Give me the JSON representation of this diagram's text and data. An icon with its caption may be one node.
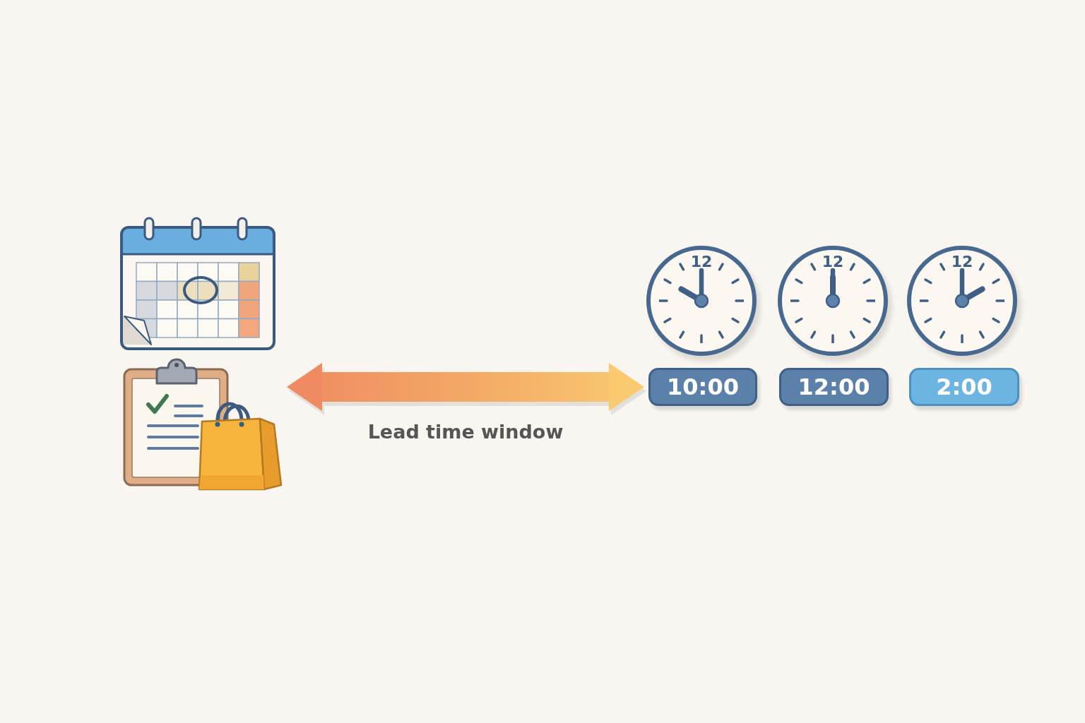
{
  "diagram": {
    "nodes": [
      {
        "text": [],
        "shape": "picture"
      },
      {
        "text": [
          "12"
        ]
      },
      {
        "text": [
          "12"
        ]
      },
      {
        "text": [
          "12"
        ]
      },
      {
        "text": [
          "10:00"
        ]
      },
      {
        "text": [
          "12:00"
        ]
      },
      {
        "text": [
          "2:00"
        ]
      }
    ],
    "edges": [
      {
        "from": 0,
        "to": 4,
        "arrow": "both",
        "label": "Lead time window",
        "style": "thick"
      }
    ]
  }
}
